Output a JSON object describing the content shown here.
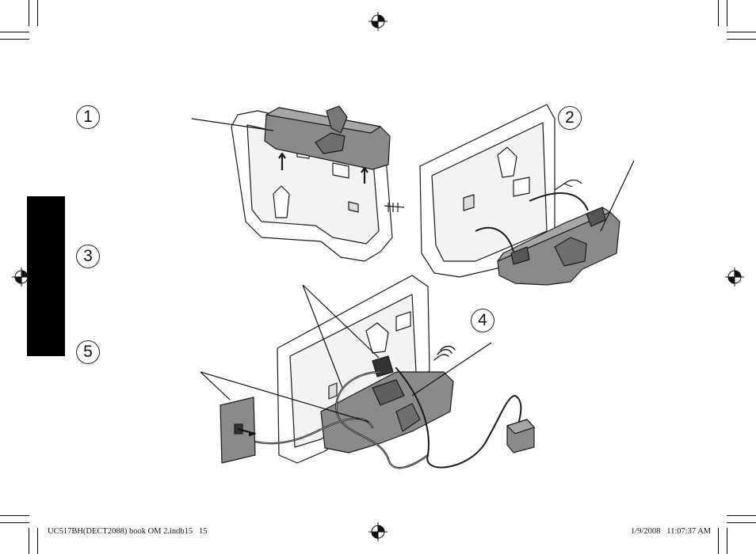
{
  "steps": [
    {
      "number": "1"
    },
    {
      "number": "2"
    },
    {
      "number": "3"
    },
    {
      "number": "4"
    },
    {
      "number": "5"
    }
  ],
  "footer": {
    "file_info": "UC517BH(DECT2088) book OM 2.indb15   15",
    "timestamp": "1/9/2008   11:07:37 AM"
  },
  "colors": {
    "tab": "#000000",
    "bracket_gray": "#8a8a8a",
    "device_fill": "#ffffff",
    "outline": "#1a1a1a"
  },
  "icons": [
    "registration-mark-icon"
  ]
}
